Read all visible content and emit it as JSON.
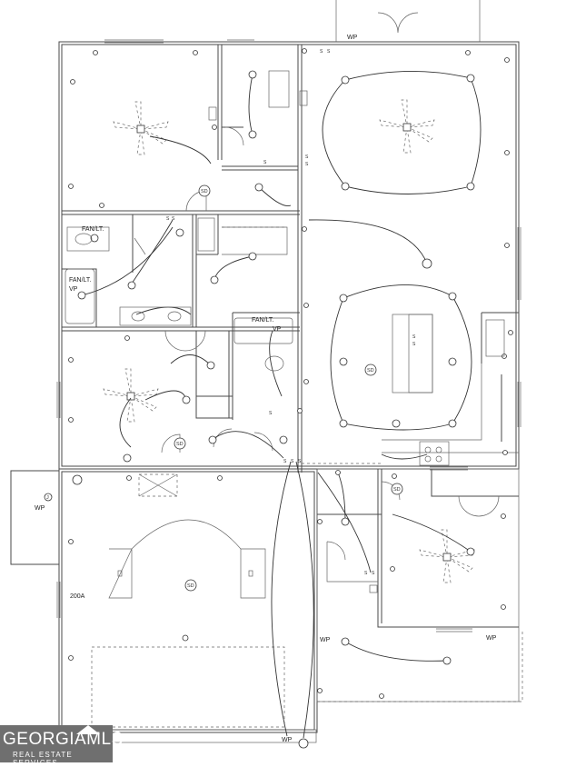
{
  "plan": {
    "labels": {
      "fan_lt_bath1": "FAN/LT.",
      "fan_lt_bath2": "FAN/LT.",
      "fan_lt_bath3": "FAN/LT.",
      "vp_bath2": "VP",
      "vp_bath3": "VP",
      "panel": "200A",
      "wp_top": "WP",
      "wp_garage_left": "WP",
      "wp_porch": "WP",
      "wp_right": "WP",
      "wp_bottom": "WP",
      "sd": "SD",
      "s": "S",
      "j": "J"
    }
  },
  "logo": {
    "brand": "GEORGIAMLS",
    "tagline": "REAL ESTATE SERVICES"
  }
}
